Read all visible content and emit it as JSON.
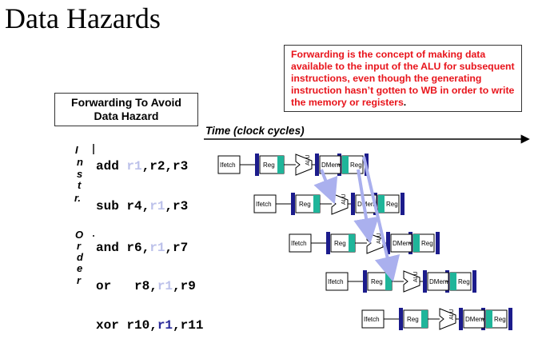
{
  "slide": {
    "title": "Data Hazards",
    "note": "Forwarding is the concept of making data available to the input of the ALU for subsequent instructions, even though the generating instruction hasn’t gotten to WB in order to write the memory or registers",
    "note_end": ".",
    "box_line1": "Forwarding To Avoid",
    "box_line2": "Data Hazard",
    "time_label": "Time (clock cycles)",
    "side_label": [
      "I",
      "n",
      "s",
      "t",
      "r.",
      "O",
      "r",
      "d",
      "e",
      "r"
    ]
  },
  "instructions": [
    {
      "op": "add ",
      "pre": "",
      "reg": "r1",
      "post": ",r2,r3"
    },
    {
      "op": "sub ",
      "pre": "r4,",
      "reg": "r1",
      "post": ",r3"
    },
    {
      "op": "and ",
      "pre": "r6,",
      "reg": "r1",
      "post": ",r7"
    },
    {
      "op": "or  ",
      "pre": " r8,",
      "reg": "r1",
      "post": ",r9"
    },
    {
      "op": "xor ",
      "pre": "r10,",
      "reg": "r1",
      "post": ",r11"
    }
  ],
  "pipeline": {
    "stages": [
      "Ifetch",
      "Reg",
      "ALU",
      "DMem",
      "Reg"
    ],
    "colors": {
      "bar": "#1c1c8c",
      "reg": "#1fb59a",
      "arrow": "#aab0ee",
      "stroke": "#000000"
    }
  }
}
